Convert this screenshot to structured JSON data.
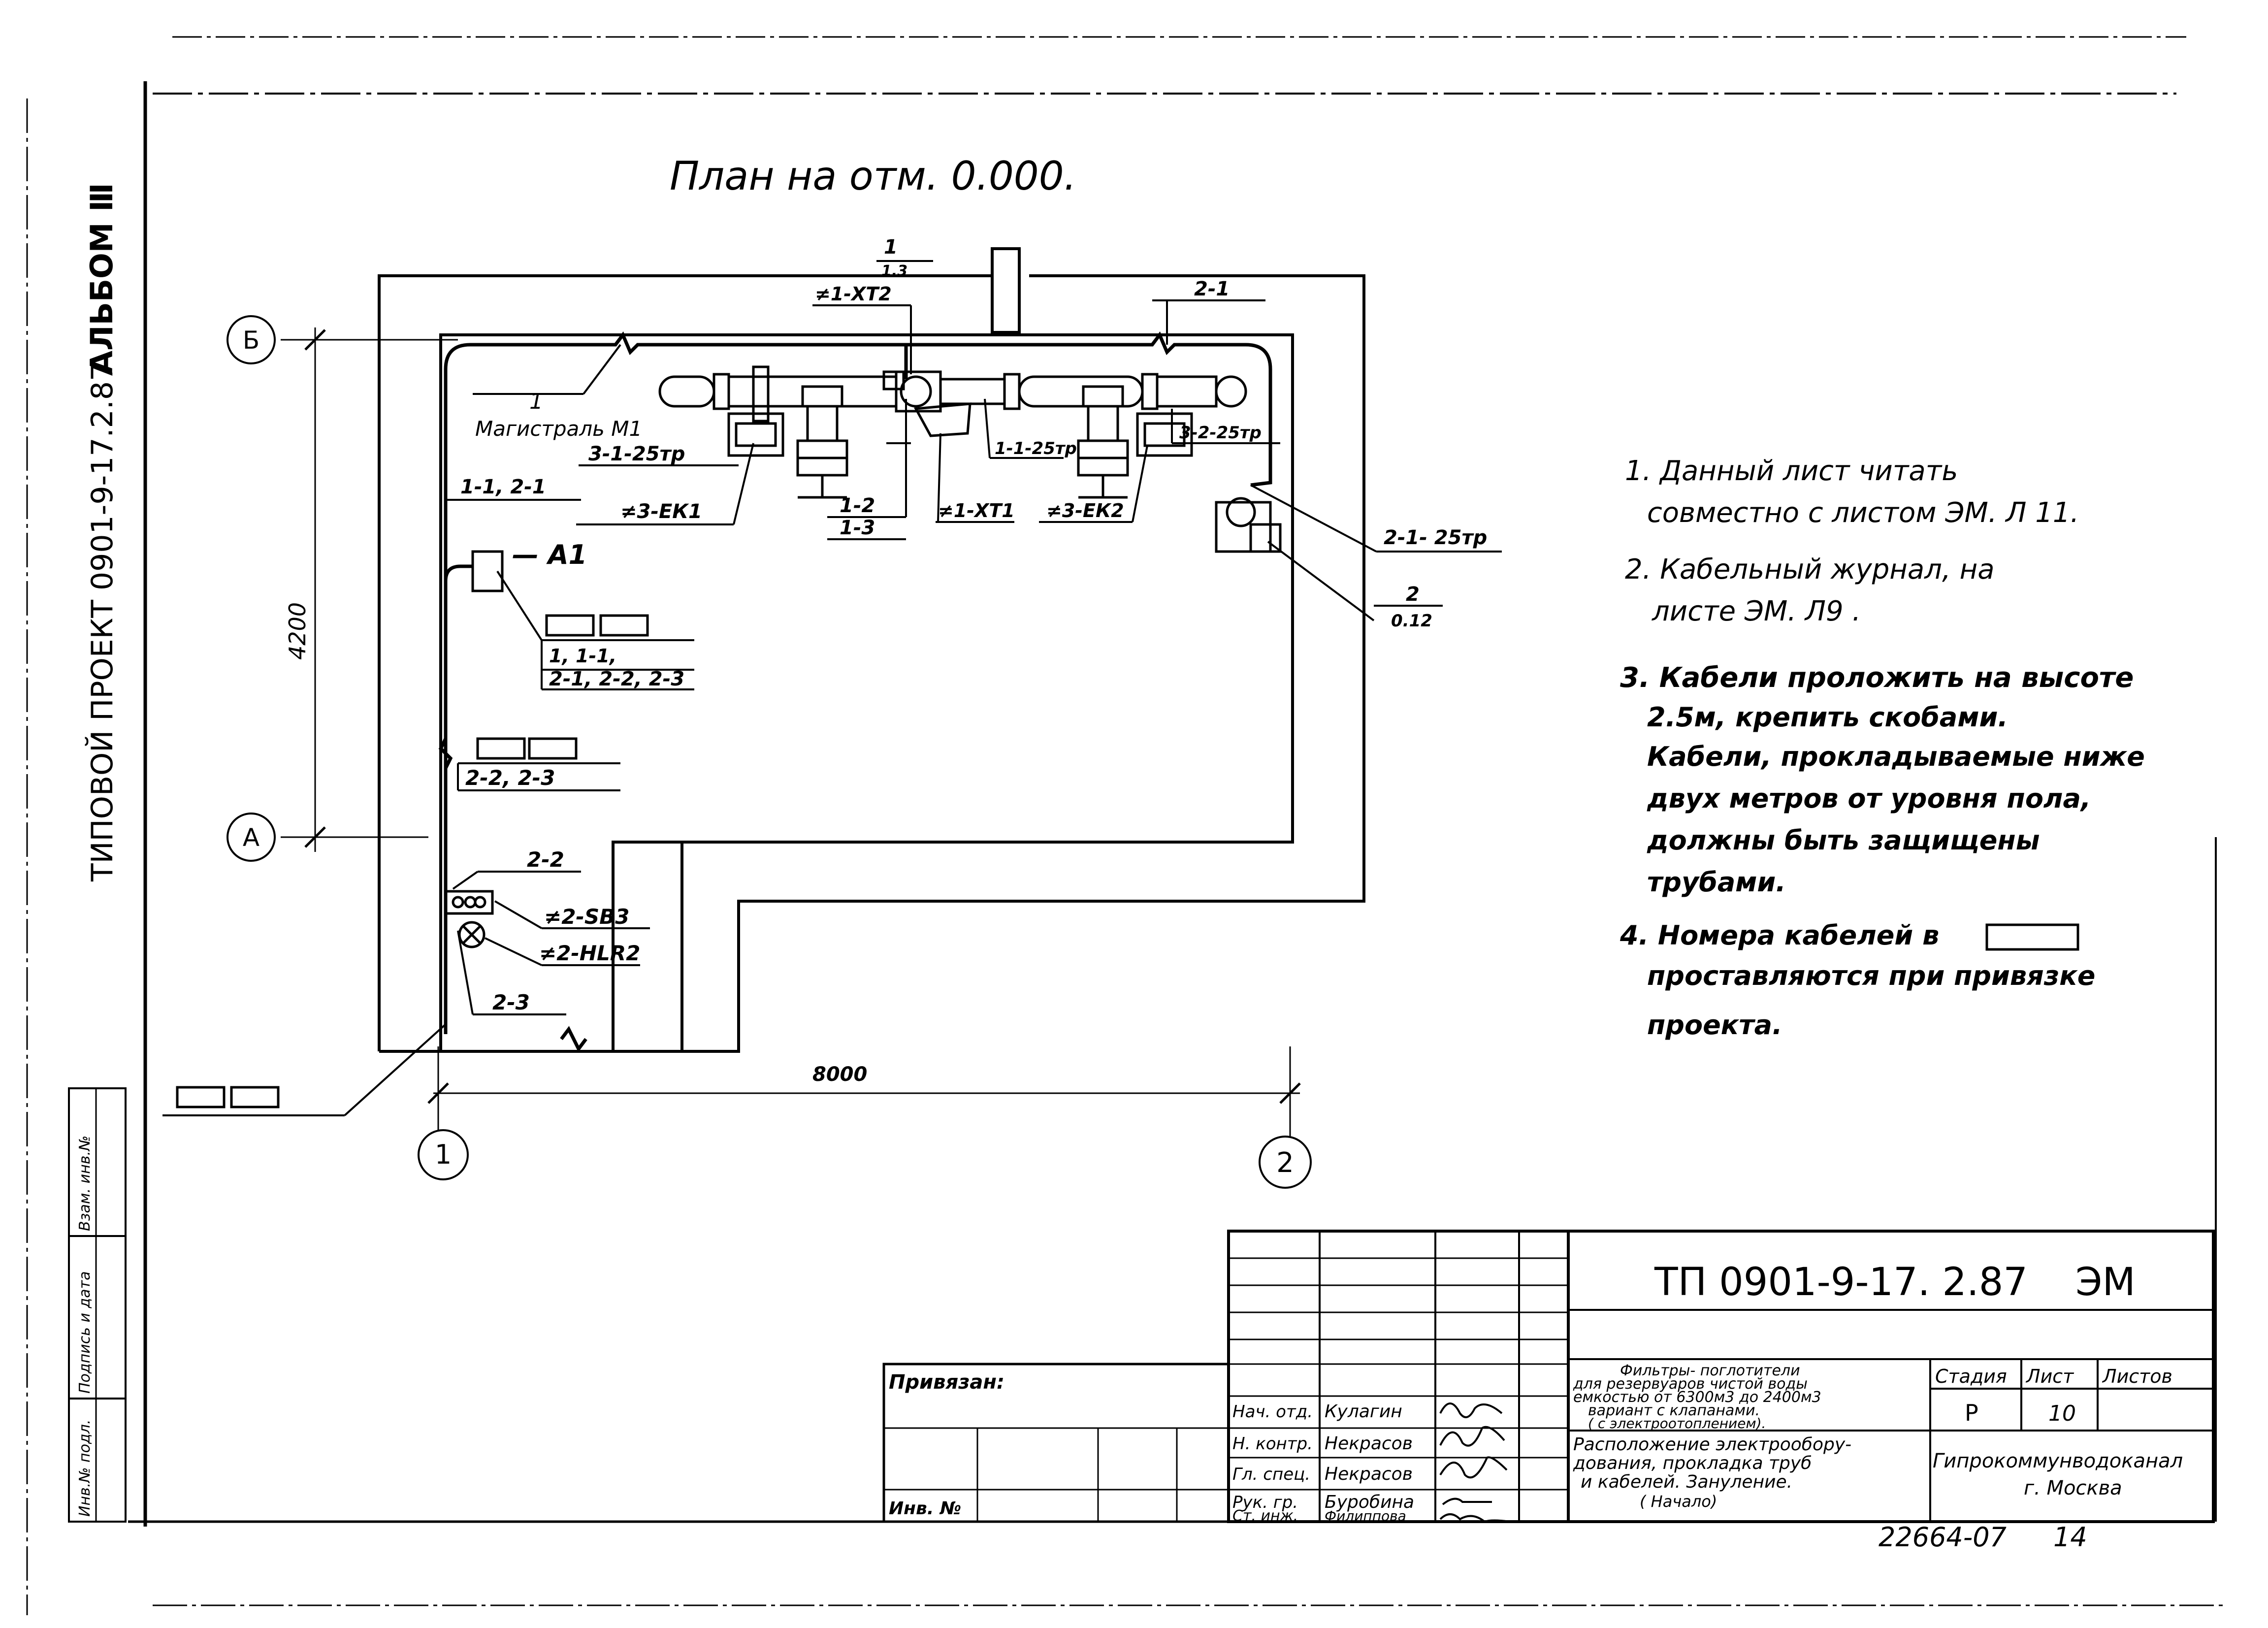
{
  "plan": {
    "title": "План на отм. 0.000.",
    "axis_marks": {
      "b": "Б",
      "a": "А",
      "one": "1",
      "two": "2"
    },
    "dims": {
      "height": "4200",
      "width": "8000"
    },
    "labels": {
      "mag_num": "1",
      "magistral": "Магистраль М1",
      "c3_1_25": "3-1-25тр",
      "c11_21": "1-1, 2-1",
      "ek1": "≠3-ЕК1",
      "r12": "1-2",
      "r13": "1-3",
      "xt1": "≠1-ХТ1",
      "ek2": "≠3-ЕК2",
      "c11_25": "1-1-25тр",
      "top_num": "1",
      "top_den": "1.3",
      "xt2": "≠1-ХТ2",
      "c21_top": "2-1",
      "c3_2_25": "3-2-25тр",
      "c2_1_25": "2-1- 25тр",
      "r2_num": "2",
      "r2_den": "0.12",
      "a1": "— А1",
      "group1": "1, 1-1,",
      "group2": "2-1, 2-2, 2-3",
      "c22_23": "2-2, 2-3",
      "c22": "2-2",
      "sb3": "≠2-SВ3",
      "hlr2": "≠2-НLR2",
      "c23": "2-3"
    }
  },
  "notes": [
    "1. Данный лист читать",
    "совместно с листом ЭМ. Л 11.",
    "2. Кабельный журнал, на",
    "листе ЭМ. Л9 .",
    "3. Кабели проложить на высоте",
    "2.5м, крепить скобами.",
    "Кабели, прокладываемые ниже",
    "двух метров от уровня пола,",
    "должны быть защищены",
    "трубами.",
    "4. Номера кабелей в",
    "проставляются при привязке",
    "проекта."
  ],
  "side_stamp": {
    "album": "АЛЬБОМ Ⅲ",
    "project": "ТИПОВОЙ ПРОЕКТ 0901-9-17.2.87",
    "cols": [
      "Инв.№ подл.",
      "Подпись и дата",
      "Взам. инв.№"
    ]
  },
  "titleblock": {
    "code": "ТП 0901-9-17. 2.87",
    "mark": "ЭМ",
    "privyazan": "Привязан:",
    "inv": "Инв. №",
    "roles": [
      "Нач. отд.",
      "Н. контр.",
      "Гл. спец.",
      "Рук. гр.",
      "Ст. инж."
    ],
    "names": [
      "Кулагин",
      "Некрасов",
      "Некрасов",
      "Буробина",
      "Филиппова"
    ],
    "desc1": [
      "Фильтры- поглотители",
      "для резервуаров чистой воды",
      "емкостью от 6300м3 до 2400м3",
      "вариант с клапанами.",
      "( с электроотоплением)."
    ],
    "desc2": [
      "Расположение электрообору-",
      "дования, прокладка труб",
      "и кабелей. Зануление.",
      "( Начало)"
    ],
    "stage_h": "Стадия",
    "sheet_h": "Лист",
    "sheets_h": "Листов",
    "stage": "Р",
    "sheet": "10",
    "org1": "Гипрокоммунводоканал",
    "org2": "г. Москва",
    "number": "22664-07",
    "page": "14"
  }
}
